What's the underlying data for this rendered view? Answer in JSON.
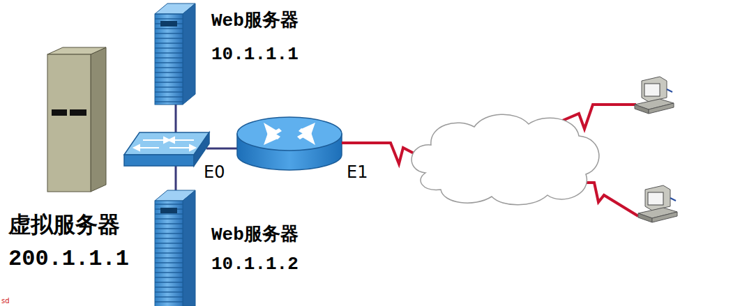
{
  "diagram": {
    "nodes": [
      {
        "text": [
          "Web服务器 10.1.1.1"
        ]
      },
      {
        "text": [
          "虚拟服务器 200.1.1.1"
        ]
      },
      {
        "text": [
          "Web服务器 10.1.1.2"
        ]
      }
    ],
    "labels": [
      "E0",
      "E1",
      "sd"
    ]
  }
}
